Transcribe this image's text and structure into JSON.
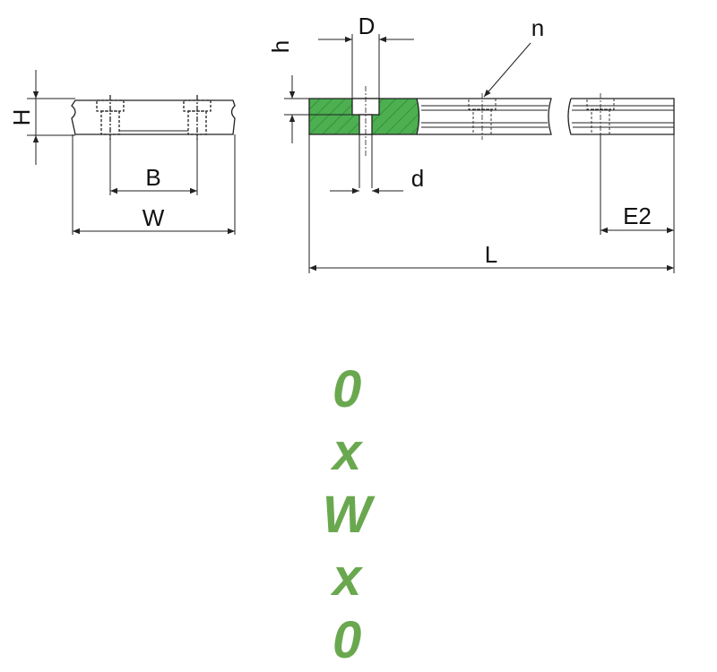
{
  "labels": {
    "H": "H",
    "B": "B",
    "W": "W",
    "D": "D",
    "h": "h",
    "n": "n",
    "d": "d",
    "E2": "E2",
    "L": "L"
  },
  "formula": {
    "parts": [
      "0",
      "x",
      "W",
      "x",
      "0"
    ]
  },
  "colors": {
    "line": "#222222",
    "section_fill": "#4caf50",
    "formula_text": "#6aa84f"
  }
}
